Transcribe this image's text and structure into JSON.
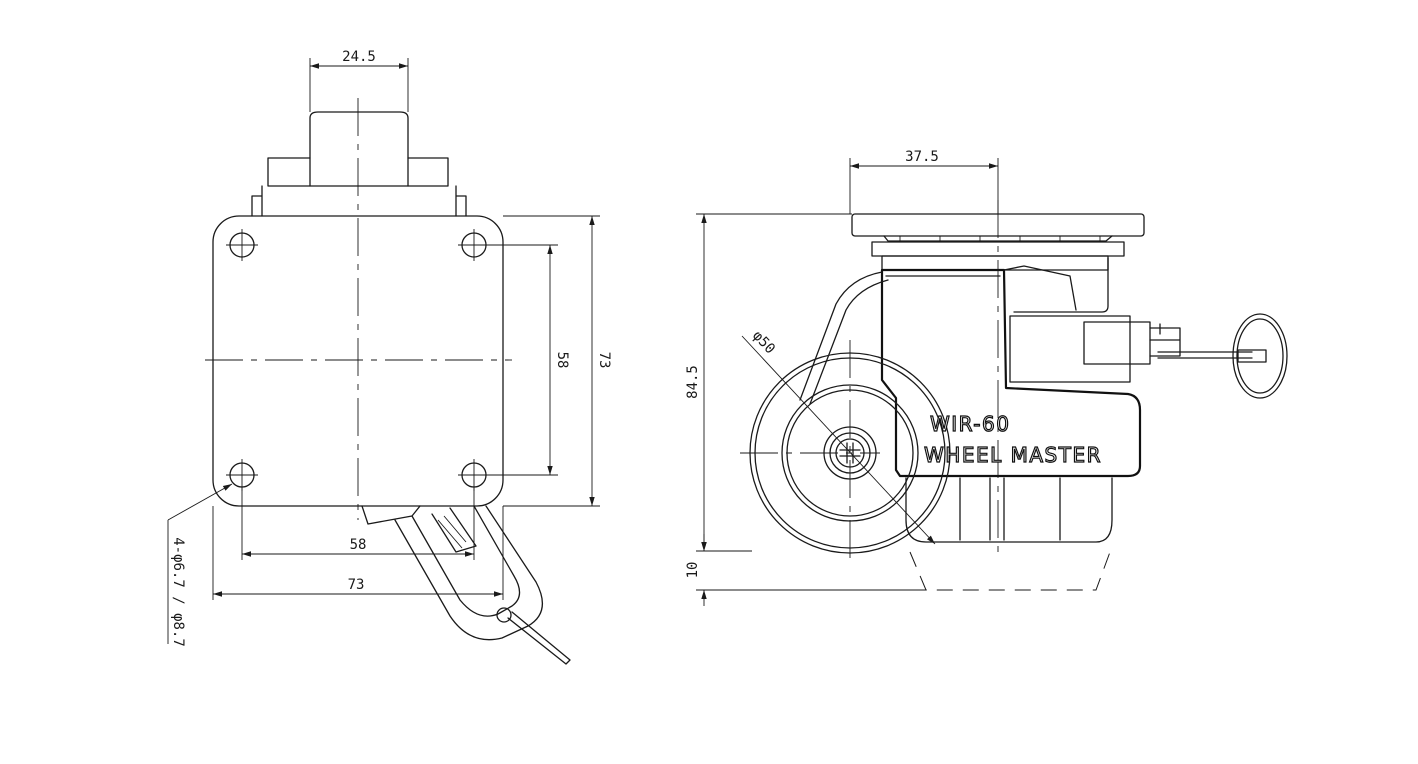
{
  "drawing": {
    "top_view": {
      "dims": {
        "stem_width": "24.5",
        "hole_pitch_x": "58",
        "plate_width": "73",
        "hole_pitch_y": "58",
        "plate_length": "73",
        "holes": "4-φ6.7 / φ8.7"
      }
    },
    "side_view": {
      "dims": {
        "offset": "37.5",
        "height": "84.5",
        "wheel_diameter": "φ50",
        "clearance": "10"
      },
      "label_model": "WIR-60",
      "label_brand": "WHEEL MASTER"
    }
  }
}
